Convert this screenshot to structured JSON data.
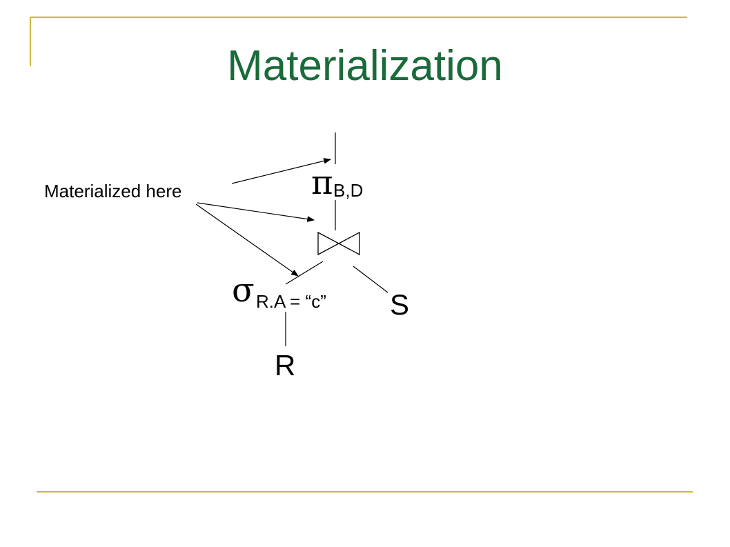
{
  "slide": {
    "title": "Materialization",
    "accent_color": "#c8b83a",
    "title_color": "#1a6b3a"
  },
  "diagram": {
    "annotation": "Materialized here",
    "projection": {
      "symbol": "π",
      "subscript": "B,D"
    },
    "join": {
      "symbol": "⋈"
    },
    "selection": {
      "symbol": "σ",
      "subscript": "R.A = “c”"
    },
    "relation_r": "R",
    "relation_s": "S"
  }
}
